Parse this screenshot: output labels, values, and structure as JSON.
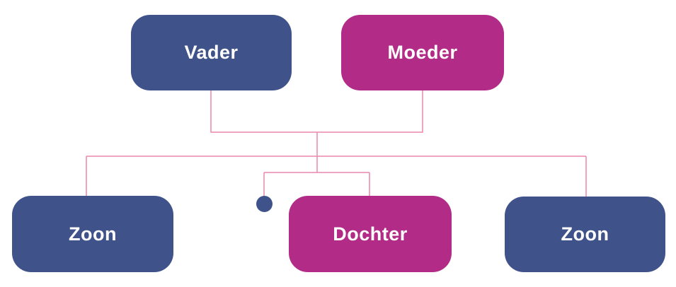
{
  "diagram": {
    "kind": "family-tree",
    "background_color": "#FFFFFF",
    "connector_color": "#EA85AD",
    "text_color": "#FFFFFF",
    "node_colors": {
      "blue": "#40528A",
      "magenta": "#B12B87"
    },
    "nodes": [
      {
        "label": "Vader",
        "color": "#40528A"
      },
      {
        "label": "Moeder",
        "color": "#B12B87"
      },
      {
        "label": "Zoon",
        "color": "#40528A"
      },
      {
        "label": "Dochter",
        "color": "#B12B87"
      },
      {
        "label": "Zoon",
        "color": "#40528A"
      }
    ],
    "collapsed_marker": {
      "shape": "circle",
      "color": "#40528A"
    },
    "relationships": {
      "parents": [
        "Vader",
        "Moeder"
      ],
      "children": [
        "Zoon",
        "Dochter",
        "Zoon"
      ]
    }
  }
}
